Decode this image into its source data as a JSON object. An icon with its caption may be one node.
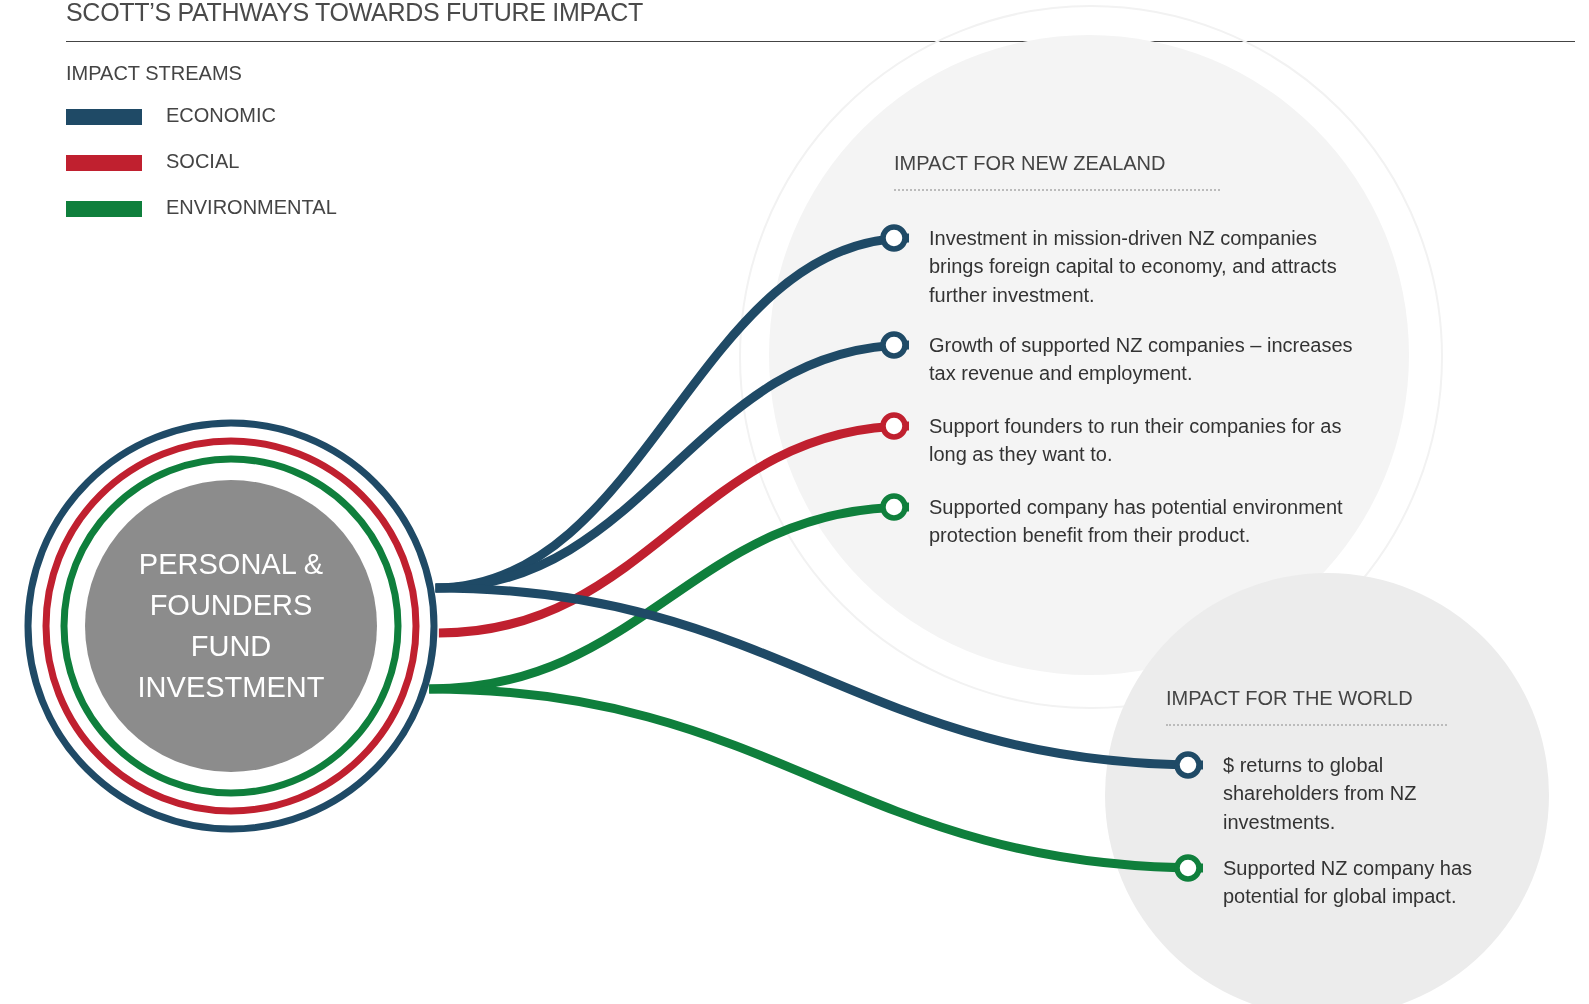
{
  "diagram": {
    "title": "SCOTT’S PATHWAYS TOWARDS FUTURE IMPACT",
    "nodes": [
      {
        "text": [
          "PERSONAL & FOUNDERS FUND INVESTMENT"
        ]
      },
      {
        "text": [
          "IMPACT FOR NEW ZEALAND"
        ]
      },
      {
        "text": [
          "Investment in mission-driven NZ companies brings foreign capital to economy, and attracts further investment."
        ],
        "in": 1
      },
      {
        "text": [
          "Growth of supported NZ companies – increases tax revenue and employment."
        ],
        "in": 1
      },
      {
        "text": [
          "Support founders to run their companies for as long as they want to."
        ],
        "in": 1
      },
      {
        "text": [
          "Supported company has potential environment protection benefit from their product."
        ],
        "in": 1
      },
      {
        "text": [
          "IMPACT FOR THE WORLD"
        ]
      },
      {
        "text": [
          "$ returns to global shareholders from NZ investments."
        ],
        "in": 6
      },
      {
        "text": [
          "Supported NZ company has potential for global impact."
        ],
        "in": 6
      }
    ],
    "edges": [
      {
        "from": 0,
        "to": 2,
        "arrow": "other"
      },
      {
        "from": 0,
        "to": 3,
        "arrow": "other"
      },
      {
        "from": 0,
        "to": 4,
        "arrow": "other",
        "color": "#c0202f"
      },
      {
        "from": 0,
        "to": 5,
        "arrow": "other",
        "color": "#0f7f3c"
      },
      {
        "from": 0,
        "to": 7,
        "arrow": "other"
      },
      {
        "from": 0,
        "to": 8,
        "arrow": "other",
        "color": "#0f7f3c"
      }
    ],
    "labels": [
      "IMPACT STREAMS"
    ],
    "legend": [
      {
        "text": "ECONOMIC",
        "color": "#1f4a66"
      },
      {
        "text": "SOCIAL",
        "color": "#c0202f"
      },
      {
        "text": "ENVIRONMENTAL",
        "color": "#0f7f3c"
      }
    ]
  }
}
